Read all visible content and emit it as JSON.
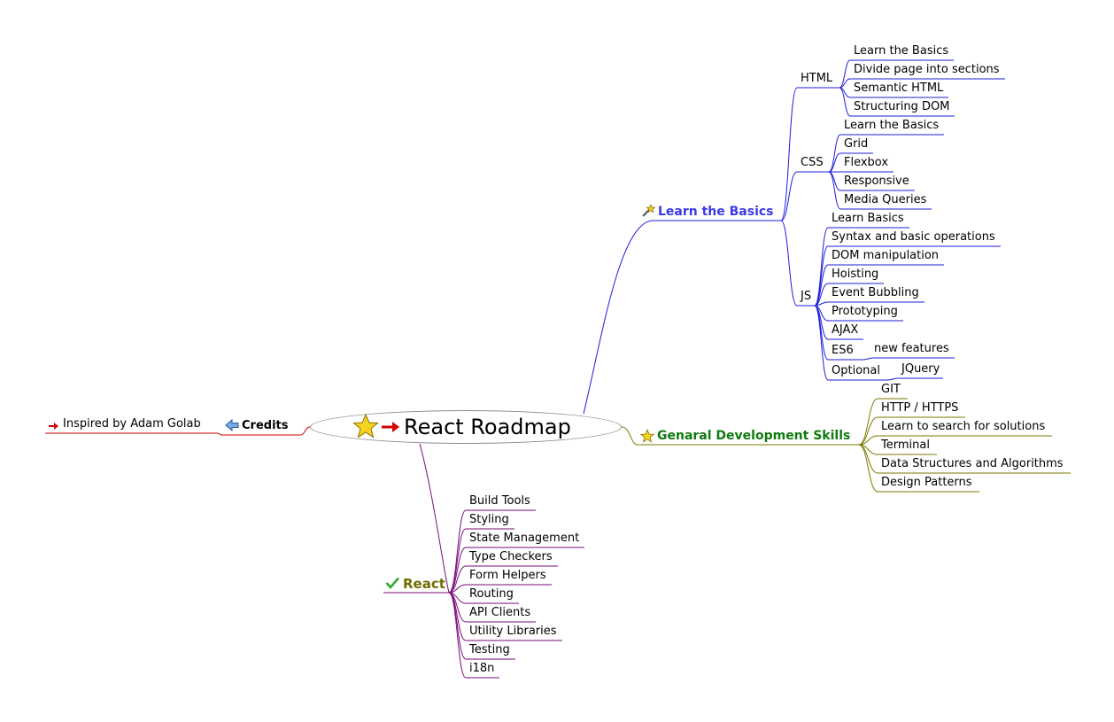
{
  "root": {
    "title": "React Roadmap"
  },
  "credits": {
    "label": "Credits",
    "child": "Inspired by Adam Golab"
  },
  "learn_basics": {
    "label": "Learn the Basics",
    "html": {
      "label": "HTML",
      "items": [
        "Learn the Basics",
        "Divide page into sections",
        "Semantic HTML",
        "Structuring DOM"
      ]
    },
    "css": {
      "label": "CSS",
      "items": [
        "Learn the Basics",
        "Grid",
        "Flexbox",
        "Responsive",
        "Media Queries"
      ]
    },
    "js": {
      "label": "JS",
      "items": [
        "Learn Basics",
        "Syntax and basic operations",
        "DOM manipulation",
        "Hoisting",
        "Event Bubbling",
        "Prototyping",
        "AJAX"
      ],
      "es6": {
        "label": "ES6",
        "child": "new features"
      },
      "optional": {
        "label": "Optional",
        "child": "JQuery"
      }
    }
  },
  "general": {
    "label": "Genaral Development Skills",
    "items": [
      "GIT",
      "HTTP / HTTPS",
      "Learn to search for solutions",
      "Terminal",
      "Data Structures and Algorithms",
      "Design Patterns"
    ]
  },
  "react": {
    "label": "React",
    "items": [
      "Build Tools",
      "Styling",
      "State Management",
      "Type Checkers",
      "Form Helpers",
      "Routing",
      "API Clients",
      "Utility Libraries",
      "Testing",
      "i18n"
    ]
  },
  "colors": {
    "basics": "#1c1cdc",
    "general": "#7a7a00",
    "react": "#7a0a7a",
    "credits": "#cc0000",
    "root_border": "#8c8c8c"
  },
  "icons": {
    "root": "star-icon",
    "root_arrow": "red-arrow-icon",
    "basics": "magic-wand-icon",
    "general": "small-star-icon",
    "react": "checkmark-icon",
    "credits": "blue-left-arrow-icon",
    "inspired": "red-arrow-icon"
  }
}
